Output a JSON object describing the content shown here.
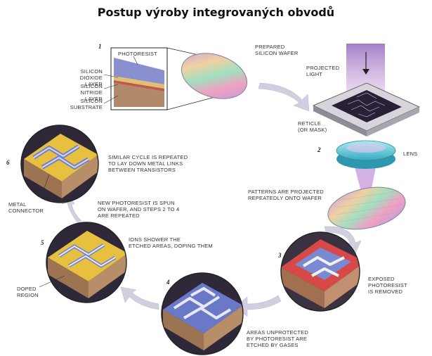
{
  "title": "Postup výroby integrovaných obvodů",
  "steps": [
    "1",
    "2",
    "3",
    "4",
    "5",
    "6"
  ],
  "labels": {
    "photoresist": "PHOTORESIST",
    "silicon_dioxide": "SILICON\nDIOXIDE LAYER",
    "silicon_nitride": "SILICON\nNITRIDE LAYER",
    "silicon_substrate": "SILICON\nSUBSTRATE",
    "prepared_wafer": "PREPARED\nSILICON WAFER",
    "projected_light": "PROJECTED\nLIGHT",
    "reticle": "RETICLE\n(OR MASK)",
    "lens": "LENS",
    "patterns_projected": "PATTERNS ARE PROJECTED\nREPEATEDLY ONTO WAFER",
    "exposed_removed": "EXPOSED\nPHOTORESIST\nIS REMOVED",
    "areas_unprotected": "AREAS UNPROTECTED\nBY PHOTORESIST ARE\nETCHED BY GASES",
    "ions_shower": "IONS SHOWER THE\nETCHED AREAS, DOPING THEM",
    "doped_region": "DOPED\nREGION",
    "new_photoresist": "NEW PHOTORESIST IS SPUN\nON WAFER, AND STEPS 2 TO 4\nARE REPEATED",
    "similar_cycle": "SIMILAR CYCLE IS REPEATED\nTO LAY DOWN METAL LINKS\nBETWEEN TRANSISTORS",
    "metal_connector": "METAL\nCONNECTOR"
  },
  "colors": {
    "photoresist_layer": "#8a8fd0",
    "oxide_layer": "#e0c070",
    "nitride_layer": "#c05a48",
    "substrate": "#b08a6a",
    "exposed_resist": "#e05050",
    "arrow": "#c8c8dc",
    "light_beam": "#b070c8",
    "lens": "#7fd8e0",
    "metal": "#e8c040"
  }
}
